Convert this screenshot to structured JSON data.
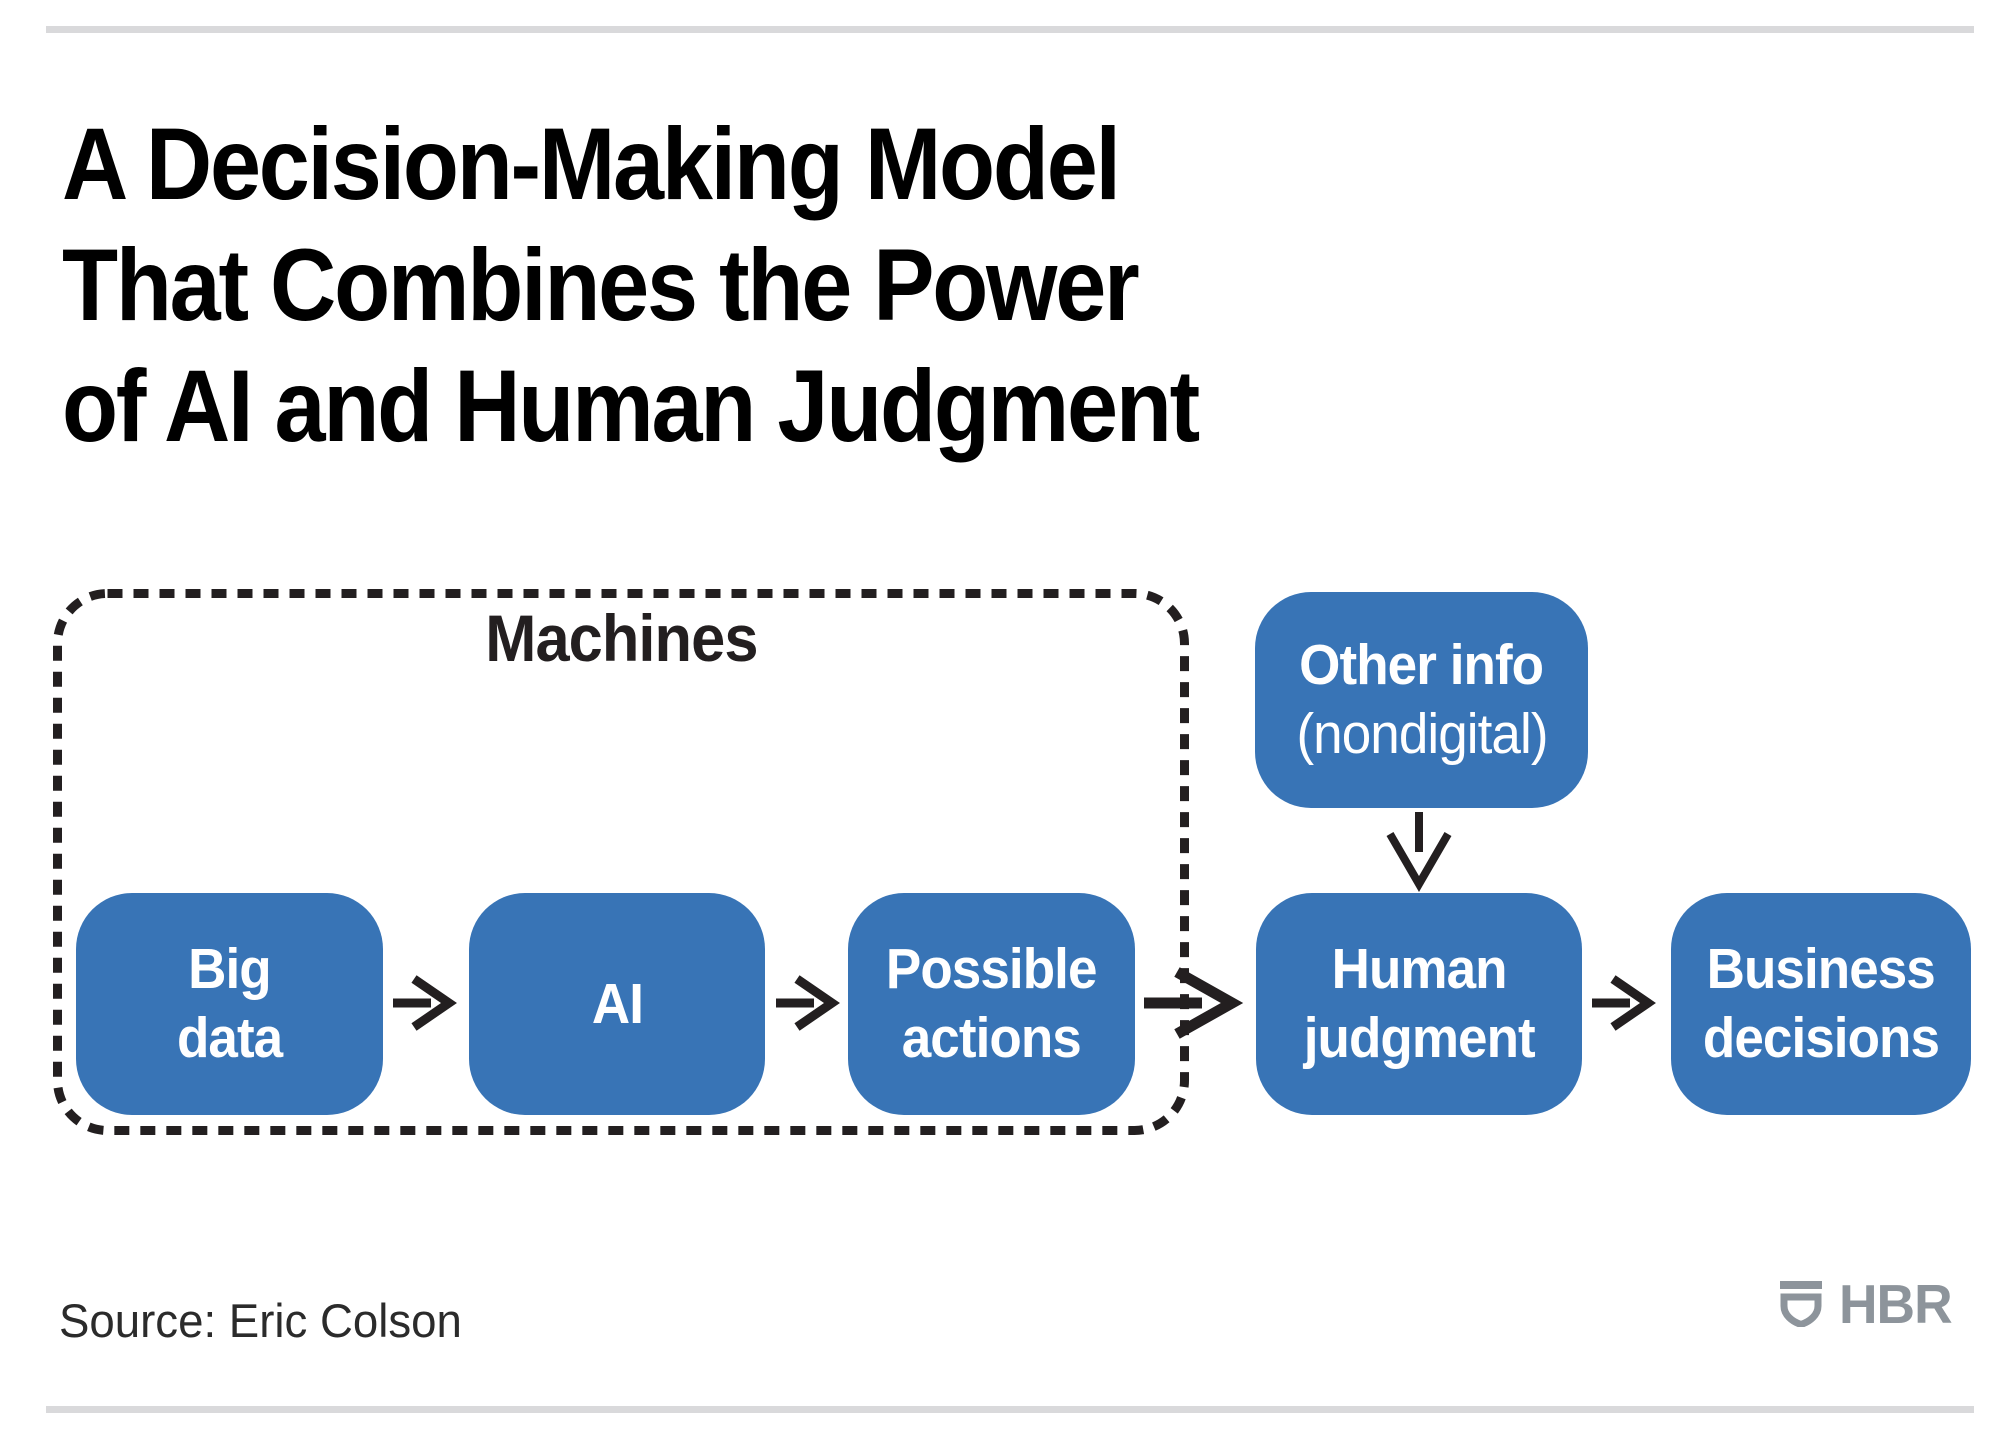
{
  "colors": {
    "node_blue": "#3874B6",
    "node_text": "#FFFFFF",
    "ink": "#231F20",
    "title_ink": "#000000",
    "rule_gray": "#D9D9DB",
    "logo_gray": "#8D949B",
    "source_ink": "#2B2B2B"
  },
  "title": {
    "line1": "A Decision-Making Model",
    "line2": "That Combines the Power",
    "line3": "of AI and Human Judgment"
  },
  "diagram": {
    "machines_label": "Machines",
    "nodes": {
      "big_data": {
        "line1": "Big",
        "line2": "data"
      },
      "ai": {
        "line1": "AI"
      },
      "possible_actions": {
        "line1": "Possible",
        "line2": "actions"
      },
      "other_info": {
        "line1": "Other info",
        "line2": "(nondigital)"
      },
      "human_judgment": {
        "line1": "Human",
        "line2": "judgment"
      },
      "business_decisions": {
        "line1": "Business",
        "line2": "decisions"
      }
    }
  },
  "footer": {
    "source": "Source: Eric Colson",
    "logo_text": "HBR"
  }
}
